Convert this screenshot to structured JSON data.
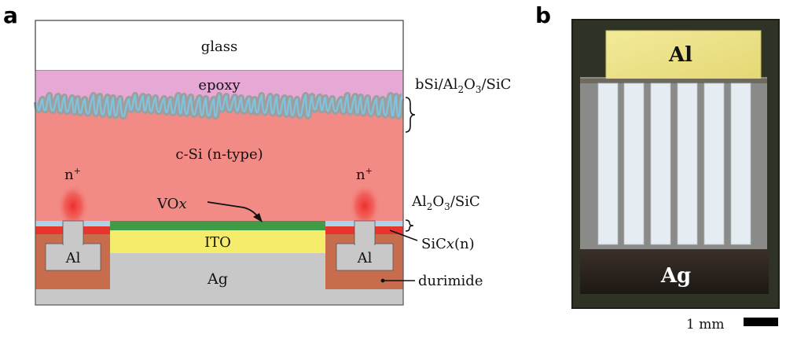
{
  "panel_a": {
    "letter": "a",
    "layers": {
      "glass": "glass",
      "epoxy": "epoxy",
      "bulk": "c-Si (n-type)",
      "ito": "ITO",
      "ag": "Ag",
      "al_left": "Al",
      "al_right": "Al"
    },
    "doping_label": "n",
    "doping_sup": "+",
    "callouts": {
      "bsi": {
        "pre": "bSi/Al",
        "sub1": "2",
        "mid": "O",
        "sub2": "3",
        "post": "/SiC"
      },
      "vox": {
        "pre": "VO",
        "italic": "x"
      },
      "al2o3": {
        "pre": "Al",
        "sub1": "2",
        "mid": "O",
        "sub2": "3",
        "post": "/SiC"
      },
      "sicx": {
        "pre": "SiC",
        "italic": "x",
        "post": "(n)"
      },
      "durimide": "durimide"
    },
    "colors": {
      "glass": "#ffffff",
      "epoxy": "#e6a9d6",
      "silicon": "#f28a86",
      "texture_gray": "#9e9e9e",
      "texture_blue": "#7fc4df",
      "vox": "#3f9b45",
      "ito": "#f6ec6c",
      "ag": "#c8c8c8",
      "durimide": "#c86c4e",
      "sicx": "#e8342d",
      "passivation_blue": "#a8d4e8",
      "al": "#c8c8c8"
    }
  },
  "panel_b": {
    "letter": "b",
    "al_label": "Al",
    "ag_label": "Ag",
    "scale_label": "1 mm",
    "colors": {
      "surround": "#2e3326",
      "al_pad": "#efe48a",
      "fingers": "#e6edf2",
      "frame": "#8a8a88",
      "ag_base": "#2a211c"
    }
  }
}
